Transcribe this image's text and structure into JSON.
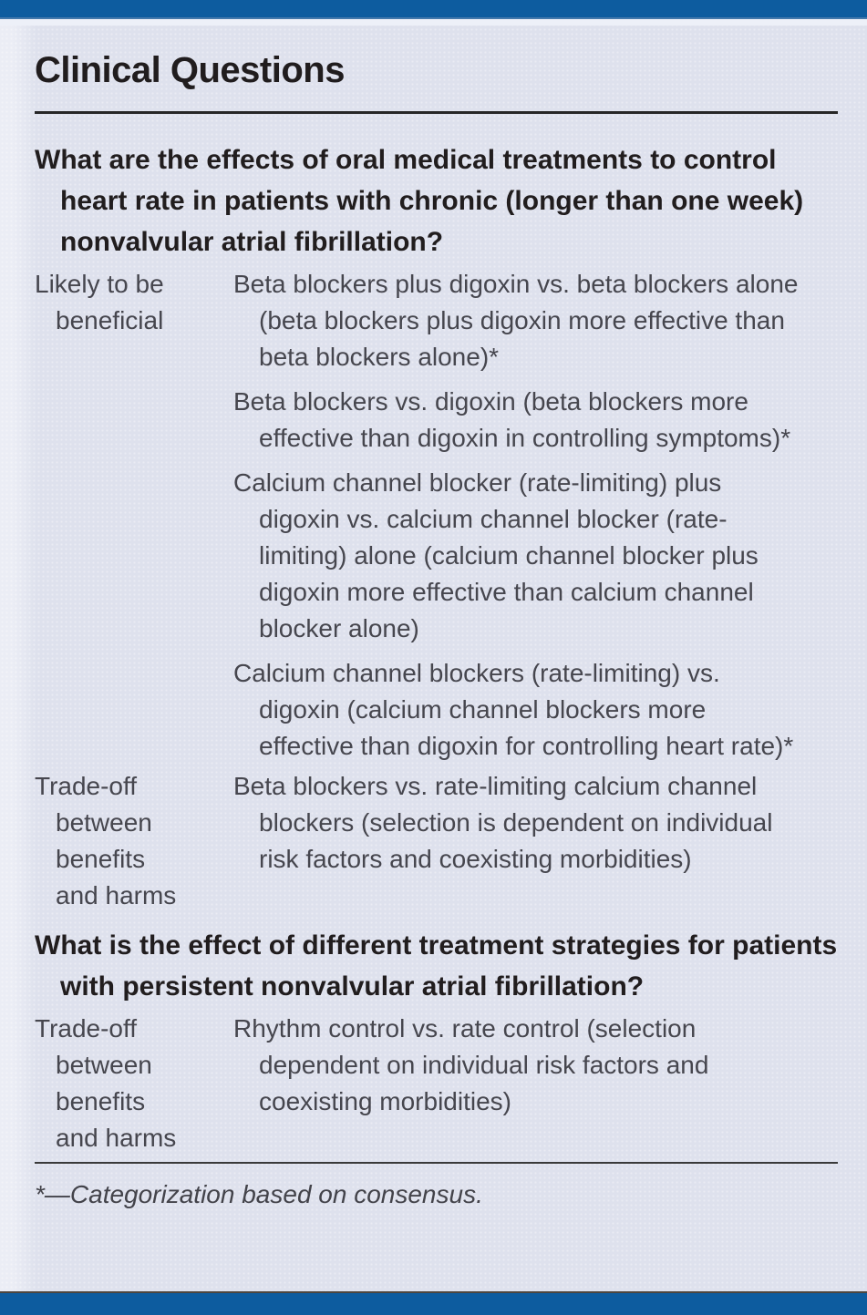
{
  "panel": {
    "title": "Clinical Questions",
    "footnote": "*—Categorization based on consensus."
  },
  "colors": {
    "accent_bar": "#0d5c9f",
    "background": "#dee1ed",
    "heading_text": "#211d1e",
    "body_text": "#46464e",
    "rule": "#262626"
  },
  "sections": [
    {
      "question": "What are the effects of oral medical treatments to control heart rate in patients with chronic (longer than one week) nonvalvular atrial fibrillation?",
      "rows": [
        {
          "category_lines": [
            "Likely to be",
            "beneficial"
          ],
          "items": [
            "Beta blockers plus digoxin vs. beta blockers alone (beta blockers plus digoxin more effective than beta blockers alone)*",
            "Beta blockers vs. digoxin (beta blockers more effective than digoxin in controlling symptoms)*",
            "Calcium channel blocker (rate-limiting) plus digoxin vs. calcium channel blocker (rate-limiting) alone (calcium channel blocker plus digoxin more effective than calcium channel blocker alone)",
            "Calcium channel blockers (rate-limiting) vs. digoxin (calcium channel blockers more effective than digoxin for controlling heart rate)*"
          ]
        },
        {
          "category_lines": [
            "Trade-off",
            "between",
            "benefits",
            "and harms"
          ],
          "items": [
            "Beta blockers vs. rate-limiting calcium channel blockers (selection is dependent on individual risk factors and coexisting morbidities)"
          ]
        }
      ]
    },
    {
      "question": "What is the effect of different treatment strategies for patients with persistent nonvalvular atrial fibrillation?",
      "rows": [
        {
          "category_lines": [
            "Trade-off",
            "between",
            "benefits",
            "and harms"
          ],
          "items": [
            "Rhythm control vs. rate control (selection dependent on individual risk factors and coexisting morbidities)"
          ]
        }
      ]
    }
  ]
}
